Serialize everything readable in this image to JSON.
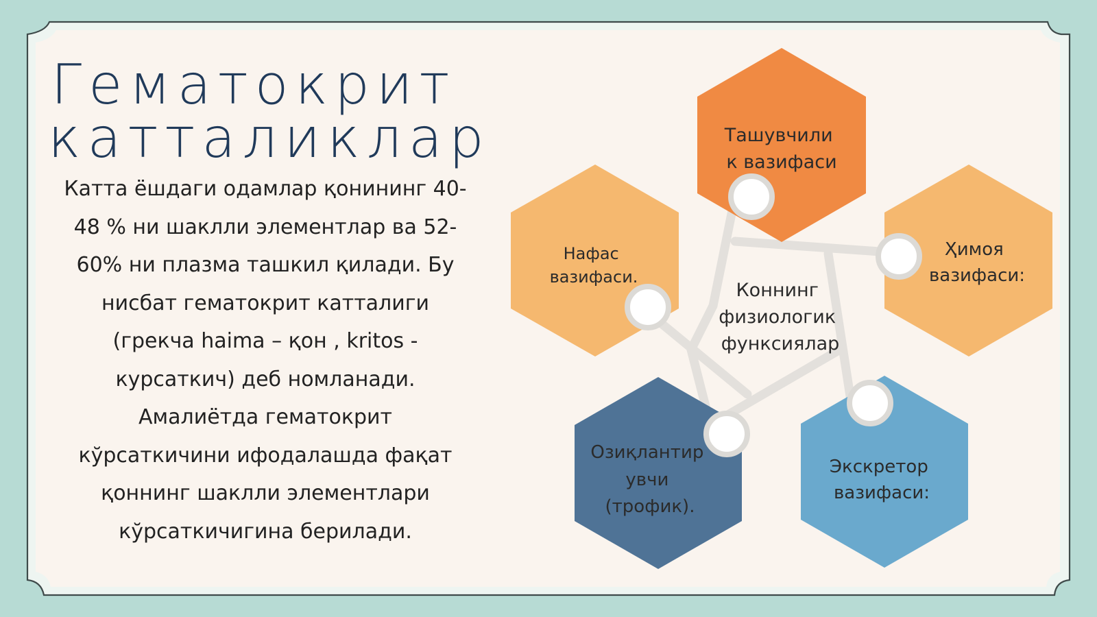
{
  "title": {
    "line1": "Гематокрит",
    "line2": "катталиклар"
  },
  "body": {
    "lines": [
      "Катта ёшдаги одамлар қонининг 40-",
      "48 % ни шаклли элементлар ва 52-",
      "60% ни плазма ташкил қилади. Бу",
      "нисбат гематокрит катталиги",
      "(грекча haima – қон , kritos -",
      "курсаткич) деб номланади.",
      "Амалиётда гематокрит",
      "кўрсаткичини ифодалашда фақат",
      "қоннинг шаклли элементлари",
      "кўрсаткичигина берилади."
    ]
  },
  "diagram": {
    "center": [
      "Коннинг",
      "физиологик",
      "функсиялар"
    ],
    "top": [
      "Ташувчили",
      "к вазифаси"
    ],
    "left": [
      "Нафас",
      "вазифаси."
    ],
    "right": [
      "Ҳимоя",
      "вазифаси:"
    ],
    "bottom_left": [
      "Озиқлантир",
      "увчи",
      "(трофик)."
    ],
    "bottom_right": [
      "Экскретор",
      "вазифаси:"
    ]
  },
  "colors": {
    "background": "#b7dbd4",
    "card": "#faf4ee",
    "frame_border": "#3f4a4a",
    "title": "#203a5a",
    "hex_orange": "#f08a43",
    "hex_light_orange": "#f5b86f",
    "hex_dark_blue": "#4f7396",
    "hex_light_blue": "#6aa9cd",
    "connector": "#e3e0dc"
  }
}
